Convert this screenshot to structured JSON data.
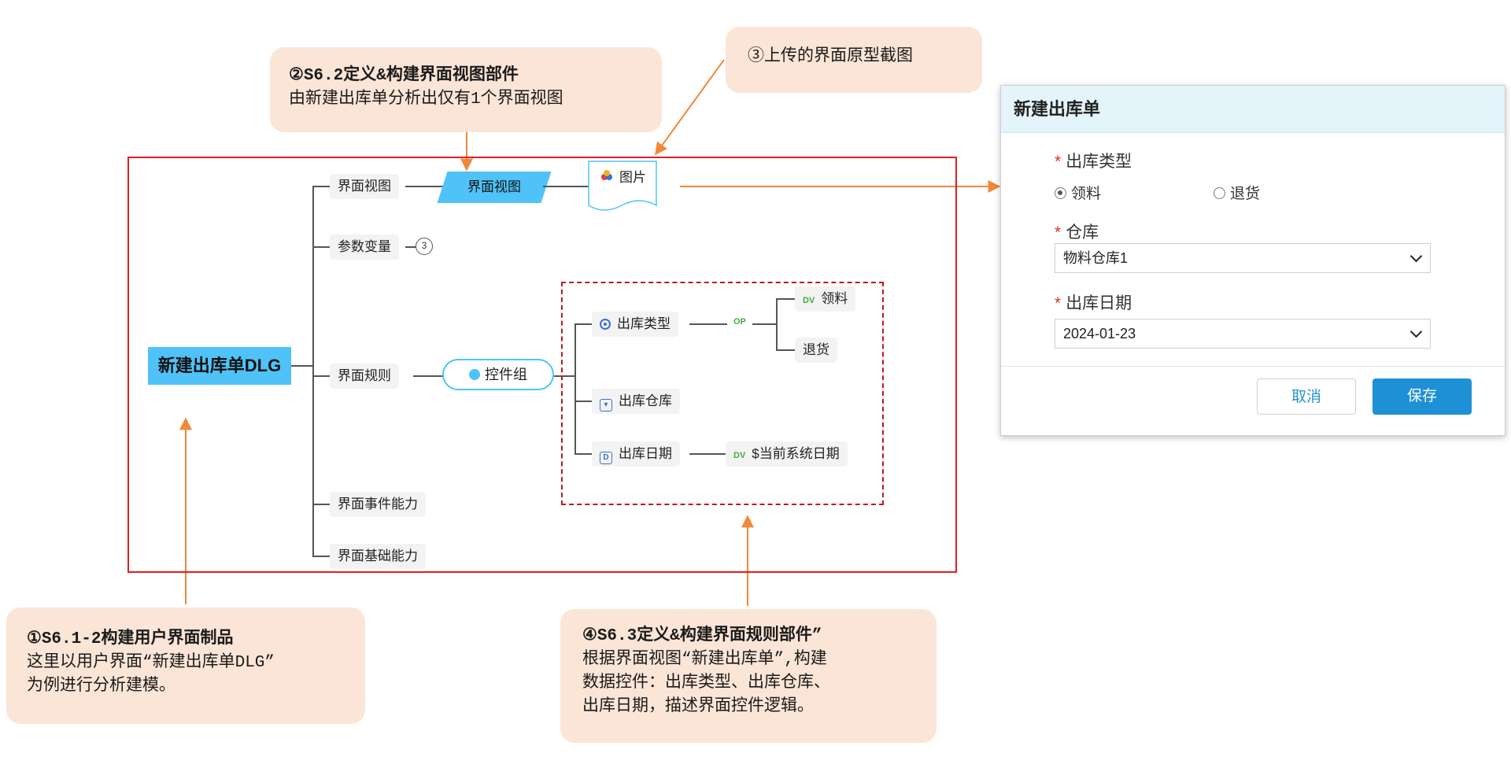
{
  "callouts": {
    "c1": {
      "title": "①S6.1-2构建用户界面制品",
      "lines": [
        "这里以用户界面“新建出库单DLG”",
        "为例进行分析建模。"
      ]
    },
    "c2": {
      "title": "②S6.2定义&构建界面视图部件",
      "lines": [
        "由新建出库单分析出仅有1个界面视图"
      ]
    },
    "c3": {
      "title": "③上传的界面原型截图"
    },
    "c4": {
      "title": "④S6.3定义&构建界面规则部件”",
      "lines": [
        "根据界面视图“新建出库单”,构建",
        "数据控件：出库类型、出库仓库、",
        "出库日期，描述界面控件逻辑。"
      ]
    }
  },
  "mindmap": {
    "root": "新建出库单DLG",
    "branches": [
      "界面视图",
      "参数变量",
      "界面规则",
      "界面事件能力",
      "界面基础能力"
    ],
    "view_node": "界面视图",
    "image_node": "图片",
    "param_count": "3",
    "control_group": "控件组",
    "controls": [
      {
        "label": "出库类型",
        "icon": "radio-icon",
        "op": "OP",
        "options": [
          "领料",
          "退货"
        ],
        "option_tag": "DV"
      },
      {
        "label": "出库仓库",
        "icon": "dropdown-icon"
      },
      {
        "label": "出库日期",
        "icon": "date-icon",
        "icon_letter": "D",
        "default_tag": "DV",
        "default_value": "$当前系统日期"
      }
    ]
  },
  "dialog": {
    "title": "新建出库单",
    "required_mark": "*",
    "type_label": "出库类型",
    "type_options": [
      {
        "label": "领料",
        "selected": true
      },
      {
        "label": "退货",
        "selected": false
      }
    ],
    "warehouse_label": "仓库",
    "warehouse_value": "物料仓库1",
    "date_label": "出库日期",
    "date_value": "2024-01-23",
    "cancel_label": "取消",
    "save_label": "保存"
  },
  "colors": {
    "callout_bg": "#fbe5d6",
    "arrow": "#f0883a",
    "frame": "#e02020",
    "accent": "#4fc3f7",
    "save": "#1e90d6"
  }
}
